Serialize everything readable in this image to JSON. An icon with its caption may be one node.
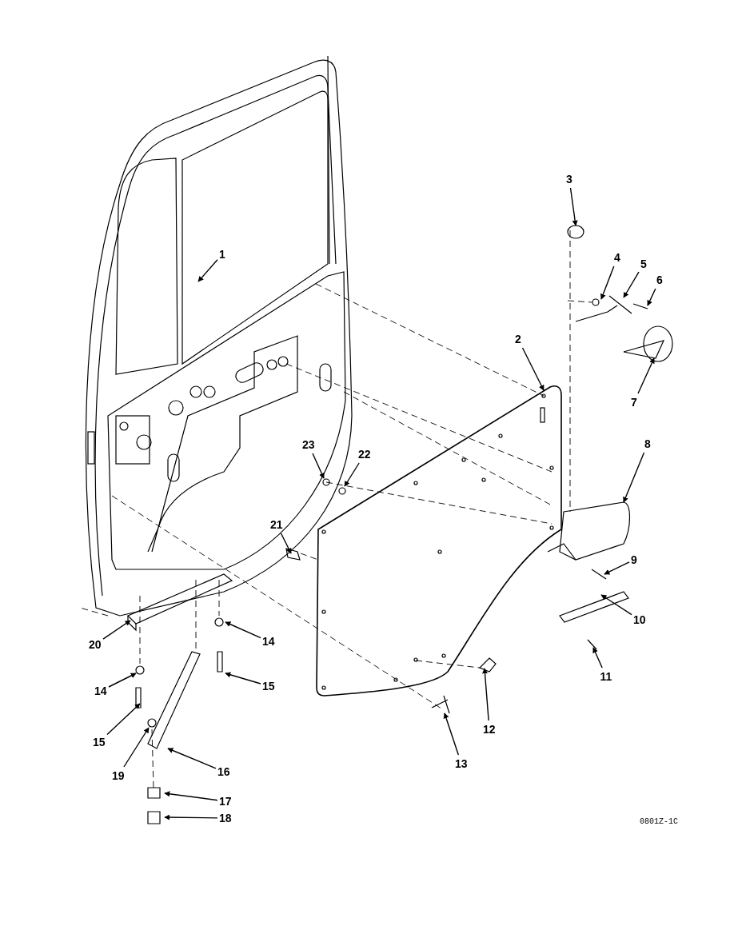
{
  "diagram": {
    "nodes": [
      {
        "text": [
          "3"
        ]
      },
      {
        "text": [
          "1"
        ]
      },
      {
        "text": [
          "4"
        ]
      },
      {
        "text": [
          "5"
        ]
      },
      {
        "text": [
          "6"
        ]
      },
      {
        "text": [
          "2"
        ]
      },
      {
        "text": [
          "7"
        ]
      },
      {
        "text": [
          "8"
        ]
      },
      {
        "text": [
          "23"
        ]
      },
      {
        "text": [
          "22"
        ]
      },
      {
        "text": [
          "21"
        ]
      },
      {
        "text": [
          "9"
        ]
      },
      {
        "text": [
          "10"
        ]
      },
      {
        "text": [
          "20"
        ]
      },
      {
        "text": [
          "14"
        ]
      },
      {
        "text": [
          "11"
        ]
      },
      {
        "text": [
          "15"
        ]
      },
      {
        "text": [
          "14"
        ]
      },
      {
        "text": [
          "12"
        ]
      },
      {
        "text": [
          "15"
        ]
      },
      {
        "text": [
          "13"
        ]
      },
      {
        "text": [
          "19"
        ]
      },
      {
        "text": [
          "16"
        ]
      },
      {
        "text": [
          "17"
        ]
      },
      {
        "text": [
          "18"
        ]
      }
    ],
    "edges": [
      {
        "from": 0,
        "to": null,
        "arrow": "to"
      },
      {
        "from": 1,
        "to": null,
        "arrow": "to"
      },
      {
        "from": 2,
        "to": null,
        "arrow": "to"
      },
      {
        "from": 3,
        "to": null,
        "arrow": "to"
      },
      {
        "from": 4,
        "to": null,
        "arrow": "to"
      },
      {
        "from": 5,
        "to": null,
        "arrow": "to"
      },
      {
        "from": 6,
        "to": null,
        "arrow": "to"
      },
      {
        "from": 7,
        "to": null,
        "arrow": "to"
      },
      {
        "from": 8,
        "to": null,
        "arrow": "to"
      },
      {
        "from": 9,
        "to": null,
        "arrow": "to"
      },
      {
        "from": 10,
        "to": null,
        "arrow": "to"
      },
      {
        "from": 11,
        "to": null,
        "arrow": "to"
      },
      {
        "from": 12,
        "to": null,
        "arrow": "to"
      },
      {
        "from": 13,
        "to": null,
        "arrow": "to"
      },
      {
        "from": 14,
        "to": null,
        "arrow": "to"
      },
      {
        "from": 15,
        "to": null,
        "arrow": "to"
      },
      {
        "from": 16,
        "to": null,
        "arrow": "to"
      },
      {
        "from": 17,
        "to": null,
        "arrow": "to"
      },
      {
        "from": 18,
        "to": null,
        "arrow": "to"
      },
      {
        "from": 19,
        "to": null,
        "arrow": "to"
      },
      {
        "from": 20,
        "to": null,
        "arrow": "to"
      },
      {
        "from": 21,
        "to": null,
        "arrow": "to"
      },
      {
        "from": 22,
        "to": null,
        "arrow": "to"
      },
      {
        "from": 23,
        "to": null,
        "arrow": "to"
      },
      {
        "from": 24,
        "to": null,
        "arrow": "to"
      }
    ],
    "labels": [
      "0801Z-1C"
    ]
  }
}
